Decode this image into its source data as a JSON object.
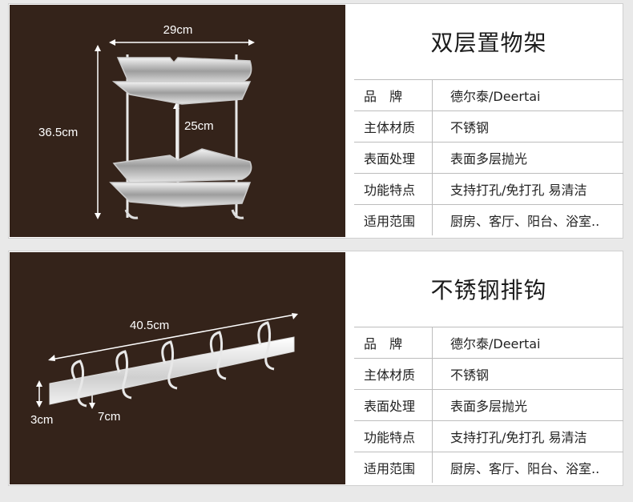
{
  "products": [
    {
      "title": "双层置物架",
      "dimensions": {
        "width": "29cm",
        "height": "36.5cm",
        "gap": "25cm"
      },
      "specs": [
        {
          "label": "品　牌",
          "value": "德尔泰/Deertai"
        },
        {
          "label": "主体材质",
          "value": "不锈钢"
        },
        {
          "label": "表面处理",
          "value": "表面多层抛光"
        },
        {
          "label": "功能特点",
          "value": "支持打孔/免打孔 易清洁"
        },
        {
          "label": "适用范围",
          "value": "厨房、客厅、阳台、浴室.."
        }
      ]
    },
    {
      "title": "不锈钢排钩",
      "dimensions": {
        "length": "40.5cm",
        "height": "3cm",
        "depth": "7cm"
      },
      "specs": [
        {
          "label": "品　牌",
          "value": "德尔泰/Deertai"
        },
        {
          "label": "主体材质",
          "value": "不锈钢"
        },
        {
          "label": "表面处理",
          "value": "表面多层抛光"
        },
        {
          "label": "功能特点",
          "value": "支持打孔/免打孔 易清洁"
        },
        {
          "label": "适用范围",
          "value": "厨房、客厅、阳台、浴室.."
        }
      ]
    }
  ],
  "colors": {
    "photo_bg": "#34231a",
    "border": "#bdbdbd"
  }
}
